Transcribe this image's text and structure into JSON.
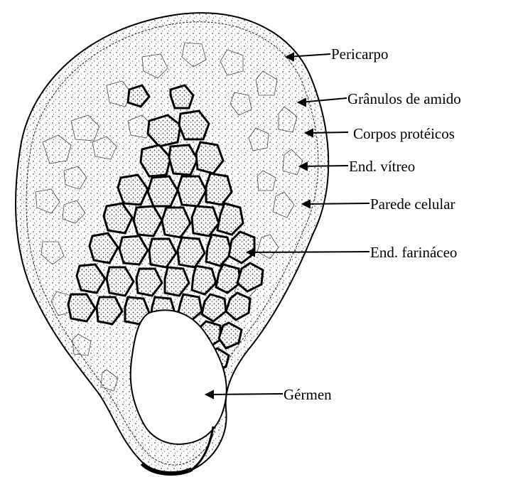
{
  "diagram": {
    "labels": [
      {
        "id": "pericarpo",
        "text": "Pericarpo"
      },
      {
        "id": "granulos",
        "text": "Grânulos de amido"
      },
      {
        "id": "corpos",
        "text": "Corpos protéicos"
      },
      {
        "id": "vitreo",
        "text": "End. vítreo"
      },
      {
        "id": "parede",
        "text": "Parede celular"
      },
      {
        "id": "farinaceo",
        "text": "End. farináceo"
      },
      {
        "id": "germen",
        "text": "Gérmen"
      }
    ]
  },
  "colors": {
    "ink": "#000000",
    "background": "#ffffff",
    "stipple": "#d9d9d9"
  }
}
